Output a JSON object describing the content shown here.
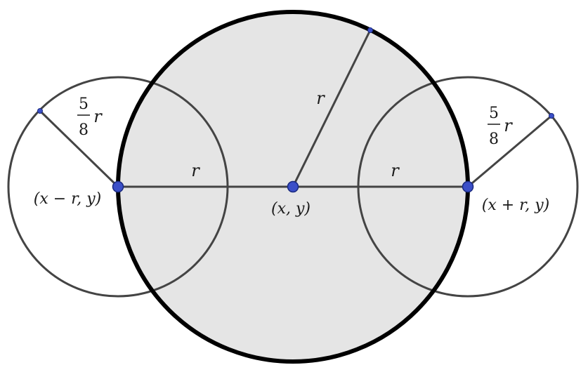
{
  "labels": {
    "center_point": "(x, y)",
    "left_point": "(x − r, y)",
    "right_point": "(x + r, y)",
    "radius_main": "r",
    "radius_left_segment": "r",
    "radius_right_segment": "r",
    "left_fraction_numerator": "5",
    "left_fraction_denominator": "8",
    "left_fraction_symbol": "r",
    "right_fraction_numerator": "5",
    "right_fraction_denominator": "8",
    "right_fraction_symbol": "r"
  },
  "colors": {
    "main_circle_fill": "#e5e5e5",
    "main_circle_stroke": "#000000",
    "small_circle_stroke": "#444444",
    "segment_stroke": "#444444",
    "point_fill": "#3b4fc8",
    "point_stroke": "#1a2a80"
  }
}
